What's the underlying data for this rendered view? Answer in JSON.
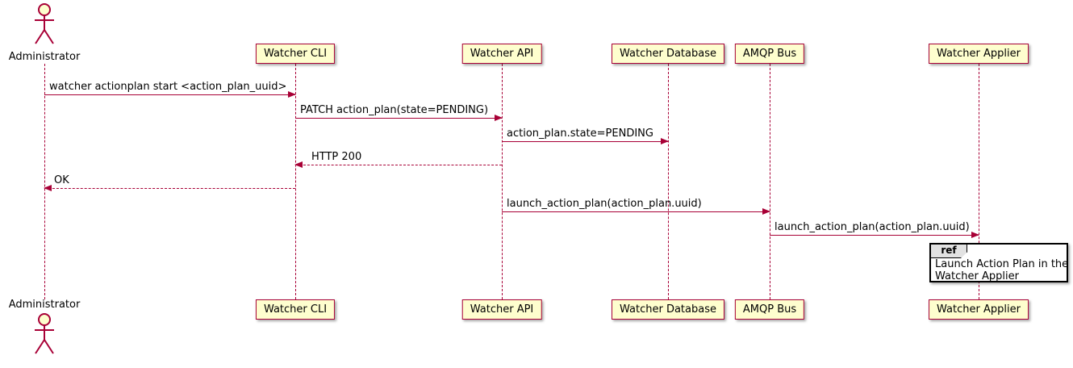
{
  "diagram": {
    "type": "sequence",
    "tool_style": "plantuml",
    "colors": {
      "participant_fill": "#FEFECE",
      "participant_border": "#A80036",
      "line": "#A80036",
      "text": "#000000",
      "ref_border": "#000000",
      "ref_tab_fill": "#e2e2e2"
    },
    "participants": [
      {
        "name": "Administrator",
        "kind": "actor"
      },
      {
        "name": "Watcher CLI",
        "kind": "participant"
      },
      {
        "name": "Watcher API",
        "kind": "participant"
      },
      {
        "name": "Watcher Database",
        "kind": "participant"
      },
      {
        "name": "AMQP Bus",
        "kind": "participant"
      },
      {
        "name": "Watcher Applier",
        "kind": "participant"
      }
    ],
    "messages": [
      {
        "from": "Administrator",
        "to": "Watcher CLI",
        "text": "watcher actionplan start <action_plan_uuid>",
        "style": "solid",
        "direction": "right"
      },
      {
        "from": "Watcher CLI",
        "to": "Watcher API",
        "text": "PATCH action_plan(state=PENDING)",
        "style": "solid",
        "direction": "right"
      },
      {
        "from": "Watcher API",
        "to": "Watcher Database",
        "text": "action_plan.state=PENDING",
        "style": "solid",
        "direction": "right"
      },
      {
        "from": "Watcher API",
        "to": "Watcher CLI",
        "text": "HTTP 200",
        "style": "dashed",
        "direction": "left"
      },
      {
        "from": "Watcher CLI",
        "to": "Administrator",
        "text": "OK",
        "style": "dashed",
        "direction": "left"
      },
      {
        "from": "Watcher API",
        "to": "AMQP Bus",
        "text": "launch_action_plan(action_plan.uuid)",
        "style": "solid",
        "direction": "right"
      },
      {
        "from": "AMQP Bus",
        "to": "Watcher Applier",
        "text": "launch_action_plan(action_plan.uuid)",
        "style": "solid",
        "direction": "right"
      }
    ],
    "ref": {
      "label": "ref",
      "over": "Watcher Applier",
      "line1": "Launch Action Plan in the",
      "line2": "Watcher Applier"
    }
  }
}
